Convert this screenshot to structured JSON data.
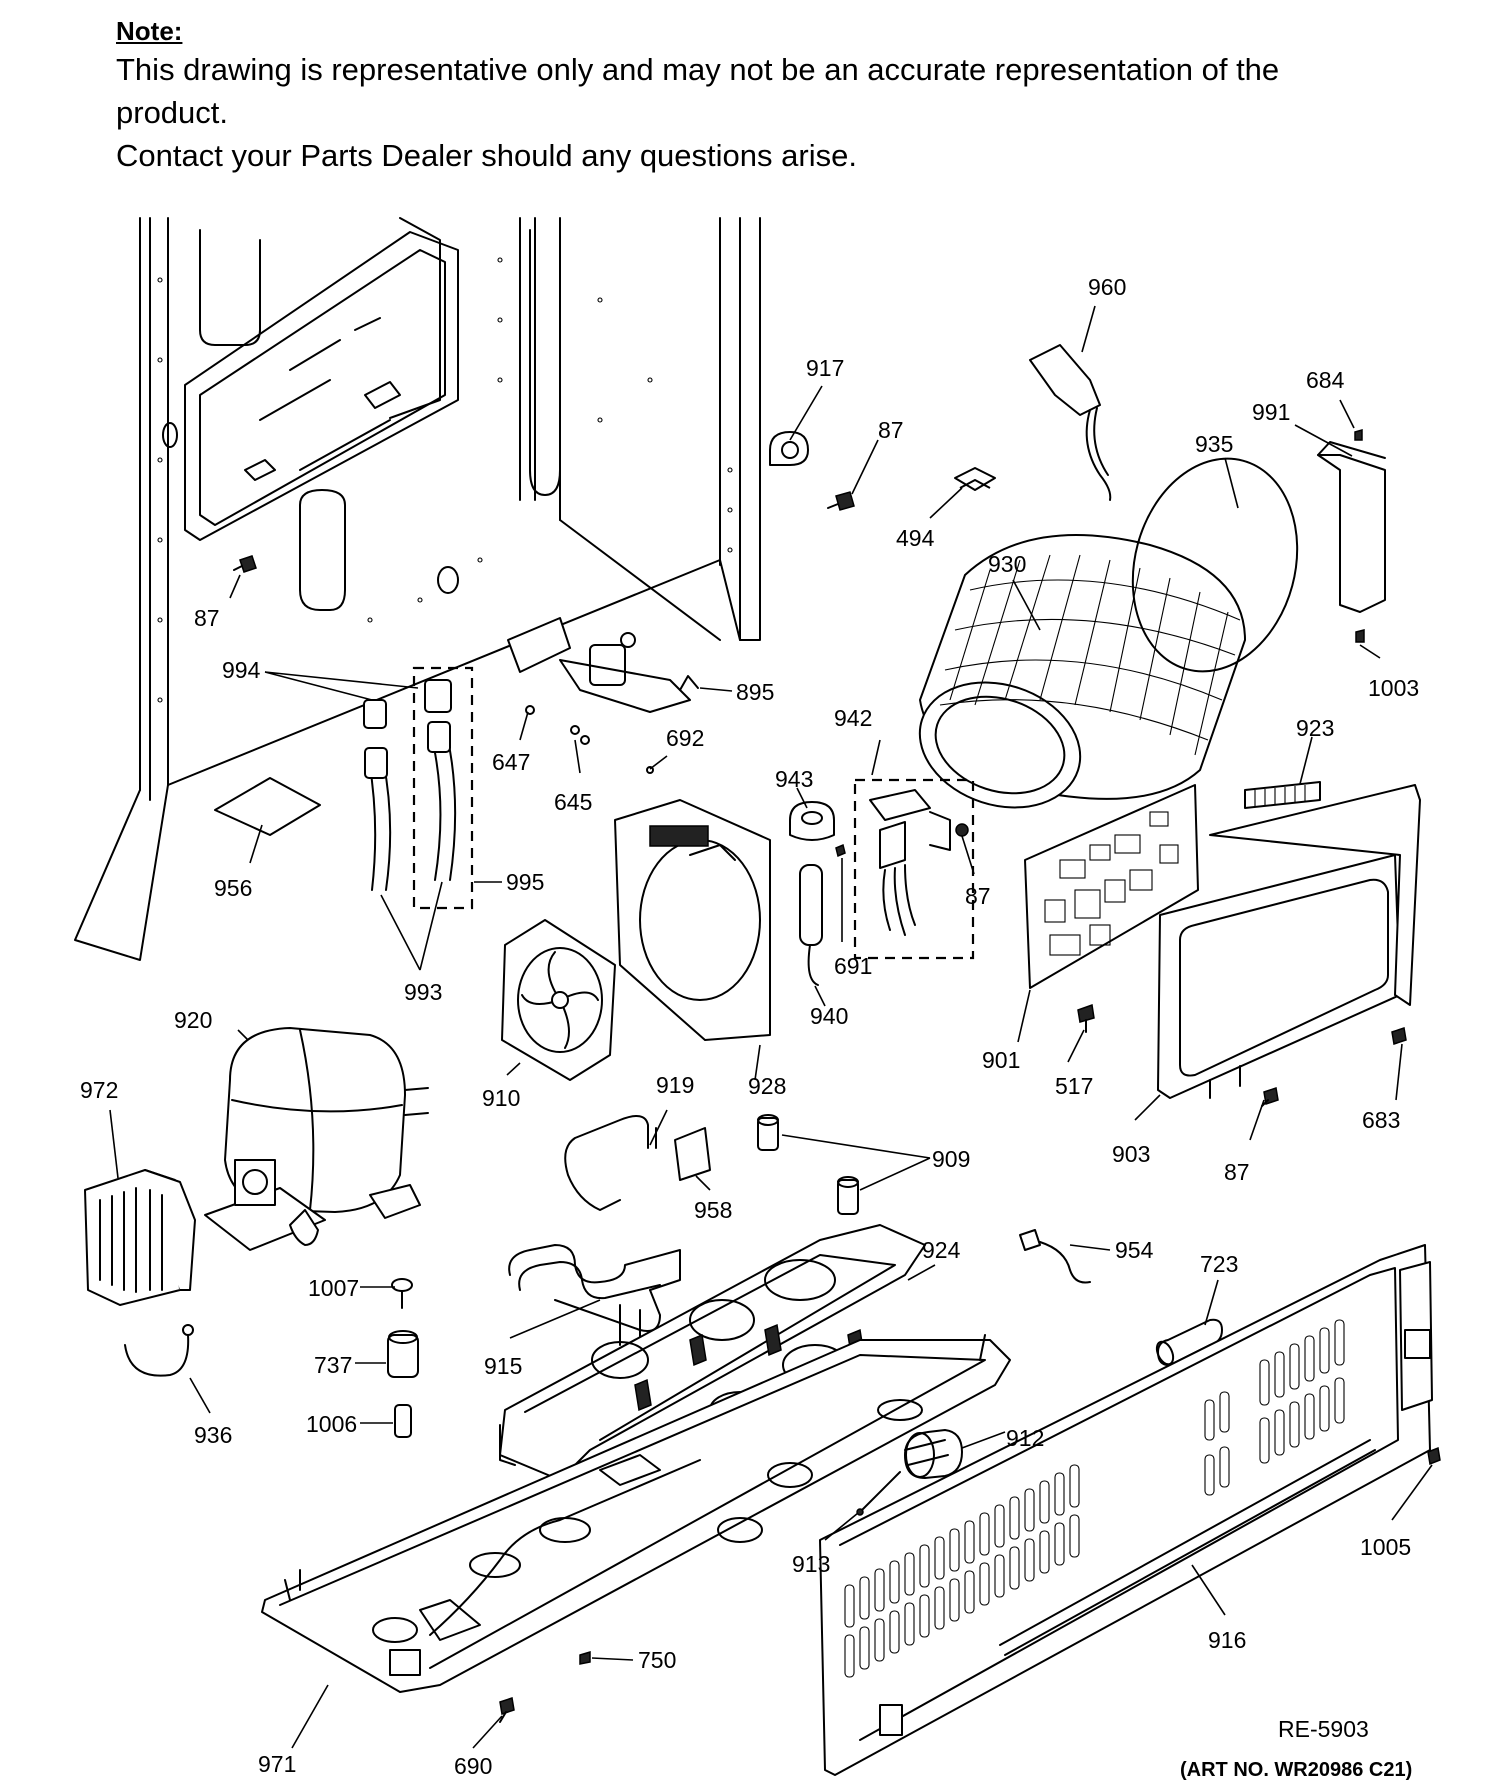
{
  "note": {
    "heading": "Note:",
    "line1": "This drawing is representative only and may not be an accurate representation of the",
    "line2": "product.",
    "line3": "Contact your Parts Dealer should any questions arise."
  },
  "callouts": {
    "c960": "960",
    "c917": "917",
    "c87_a": "87",
    "c684": "684",
    "c991": "991",
    "c935": "935",
    "c494": "494",
    "c930": "930",
    "c87_b": "87",
    "c1003": "1003",
    "c994": "994",
    "c895": "895",
    "c942": "942",
    "c923": "923",
    "c647": "647",
    "c692": "692",
    "c645": "645",
    "c943": "943",
    "c956": "956",
    "c995": "995",
    "c87_c": "87",
    "c691": "691",
    "c993": "993",
    "c940": "940",
    "c920": "920",
    "c901": "901",
    "c517": "517",
    "c910": "910",
    "c928": "928",
    "c919": "919",
    "c972": "972",
    "c909": "909",
    "c683": "683",
    "c903": "903",
    "c87_d": "87",
    "c958": "958",
    "c924": "924",
    "c954": "954",
    "c723": "723",
    "c1007": "1007",
    "c737": "737",
    "c915": "915",
    "c936": "936",
    "c1006": "1006",
    "c912": "912",
    "c1005": "1005",
    "c913": "913",
    "c916": "916",
    "c750": "750",
    "c971": "971",
    "c690": "690"
  },
  "footer": {
    "ref": "RE-5903",
    "art": "(ART NO. WR20986 C21)"
  }
}
